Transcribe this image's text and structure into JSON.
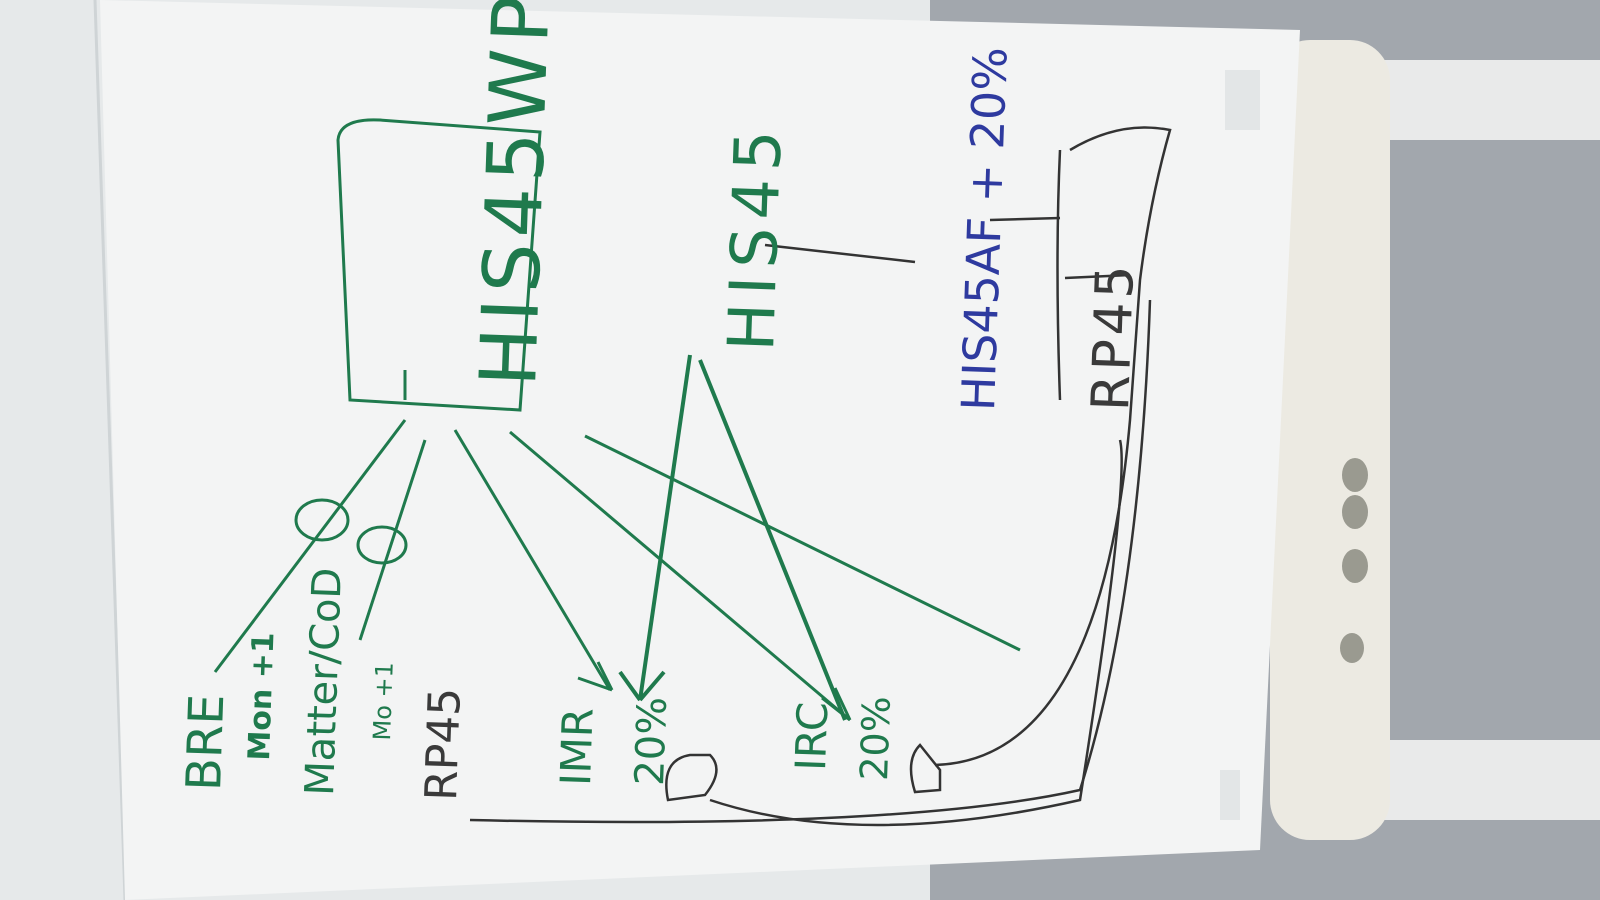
{
  "photo": {
    "board": {
      "top_box": "HIS45WP",
      "middle_node": "HIS45",
      "right_node": "RP45",
      "right_annotation": "HIS45AF + 20%",
      "left_items": [
        {
          "title": "BRE",
          "note": "Mon +1"
        },
        {
          "title": "Matter/CoD",
          "note": "Mo +1"
        }
      ],
      "rp_label": "RP45",
      "targets": [
        {
          "title": "IMR",
          "note": "20%"
        },
        {
          "title": "IRC",
          "note": "20%"
        }
      ]
    },
    "colors": {
      "green_marker": "#1f7a4d",
      "blue_marker": "#2e3a9f",
      "black_marker": "#3a3a3a",
      "paper": "#f3f4f4"
    }
  }
}
